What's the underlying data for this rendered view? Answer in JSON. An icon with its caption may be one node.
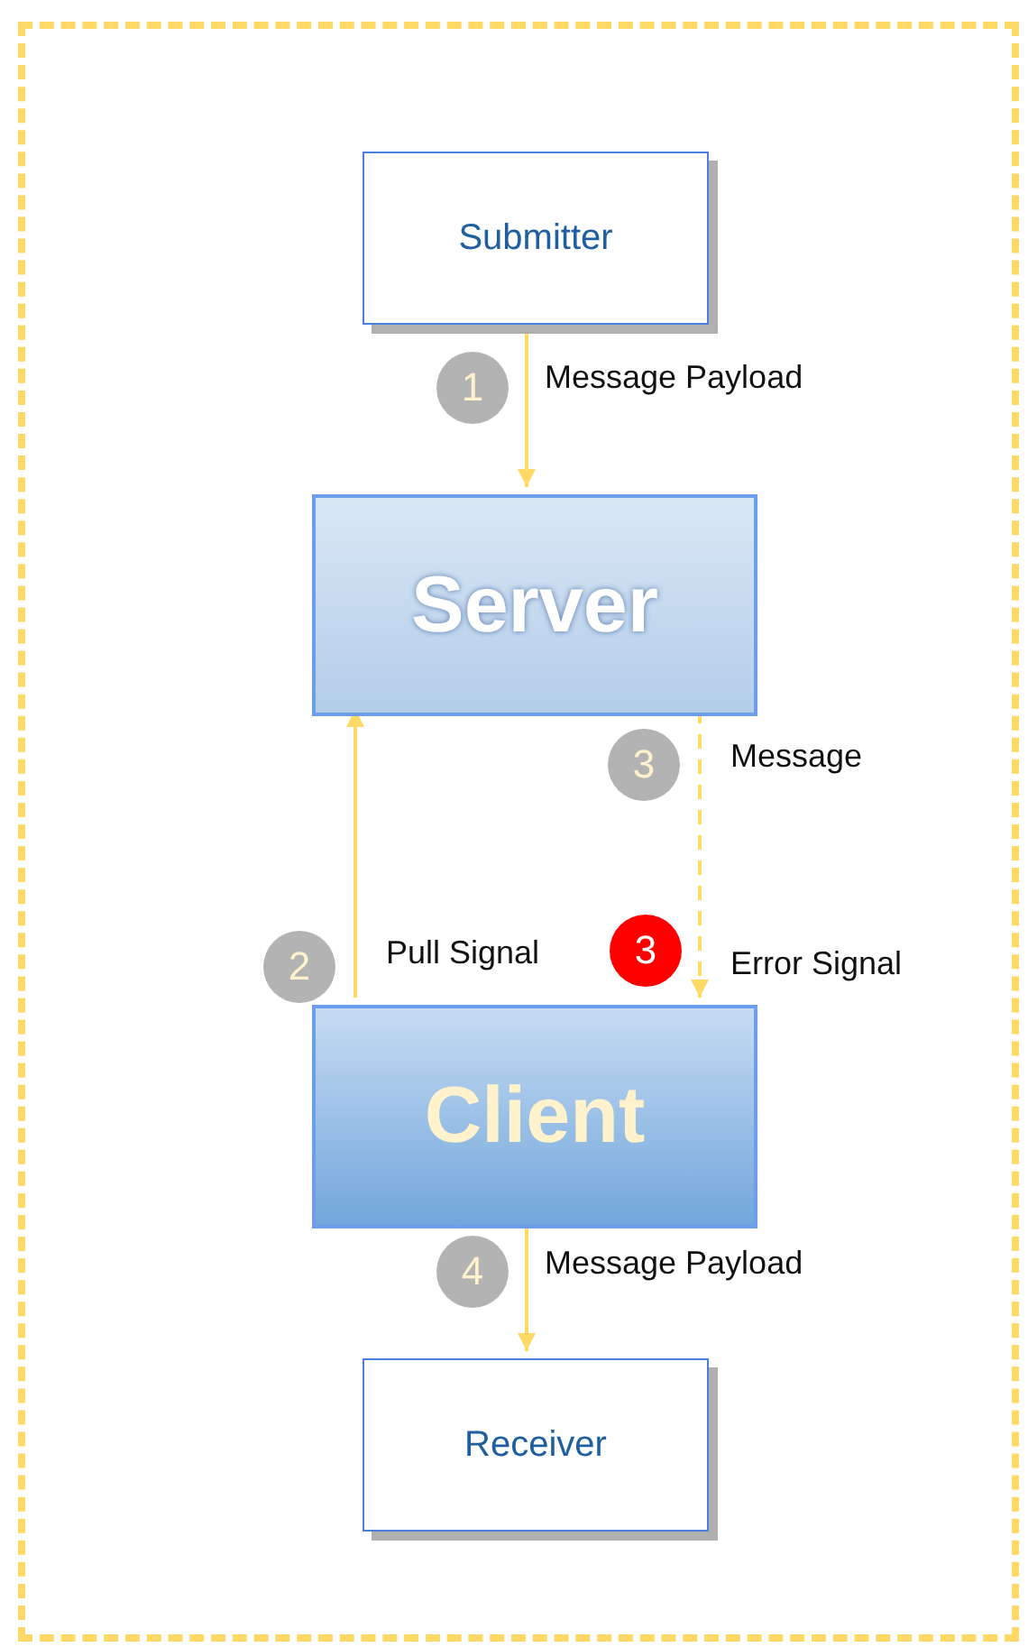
{
  "diagram": {
    "nodes": [
      {
        "text": [],
        "shape": "box"
      },
      {
        "text": [
          "Submitter"
        ],
        "in": 0
      },
      {
        "text": [
          "Server"
        ],
        "in": 0
      },
      {
        "text": [
          "Client"
        ],
        "in": 0
      },
      {
        "text": [
          "Receiver"
        ],
        "in": 0
      },
      {
        "text": [
          "1"
        ],
        "in": 0
      },
      {
        "text": [
          "3"
        ],
        "in": 0
      },
      {
        "text": [
          "2"
        ],
        "in": 0
      },
      {
        "text": [
          "3"
        ],
        "in": 0
      },
      {
        "text": [
          "4"
        ],
        "in": 0
      }
    ],
    "edges": [
      {
        "from": 1,
        "to": 2,
        "arrow": "to",
        "label": "Message Payload"
      },
      {
        "from": 3,
        "to": 2,
        "arrow": "to",
        "label": "Pull Signal"
      },
      {
        "from": 2,
        "to": 3,
        "arrow": "to",
        "label": "Message",
        "style": "dashed"
      },
      {
        "from": 3,
        "to": 4,
        "arrow": "to",
        "label": "Message Payload"
      }
    ],
    "labels": [
      "Error Signal"
    ]
  }
}
